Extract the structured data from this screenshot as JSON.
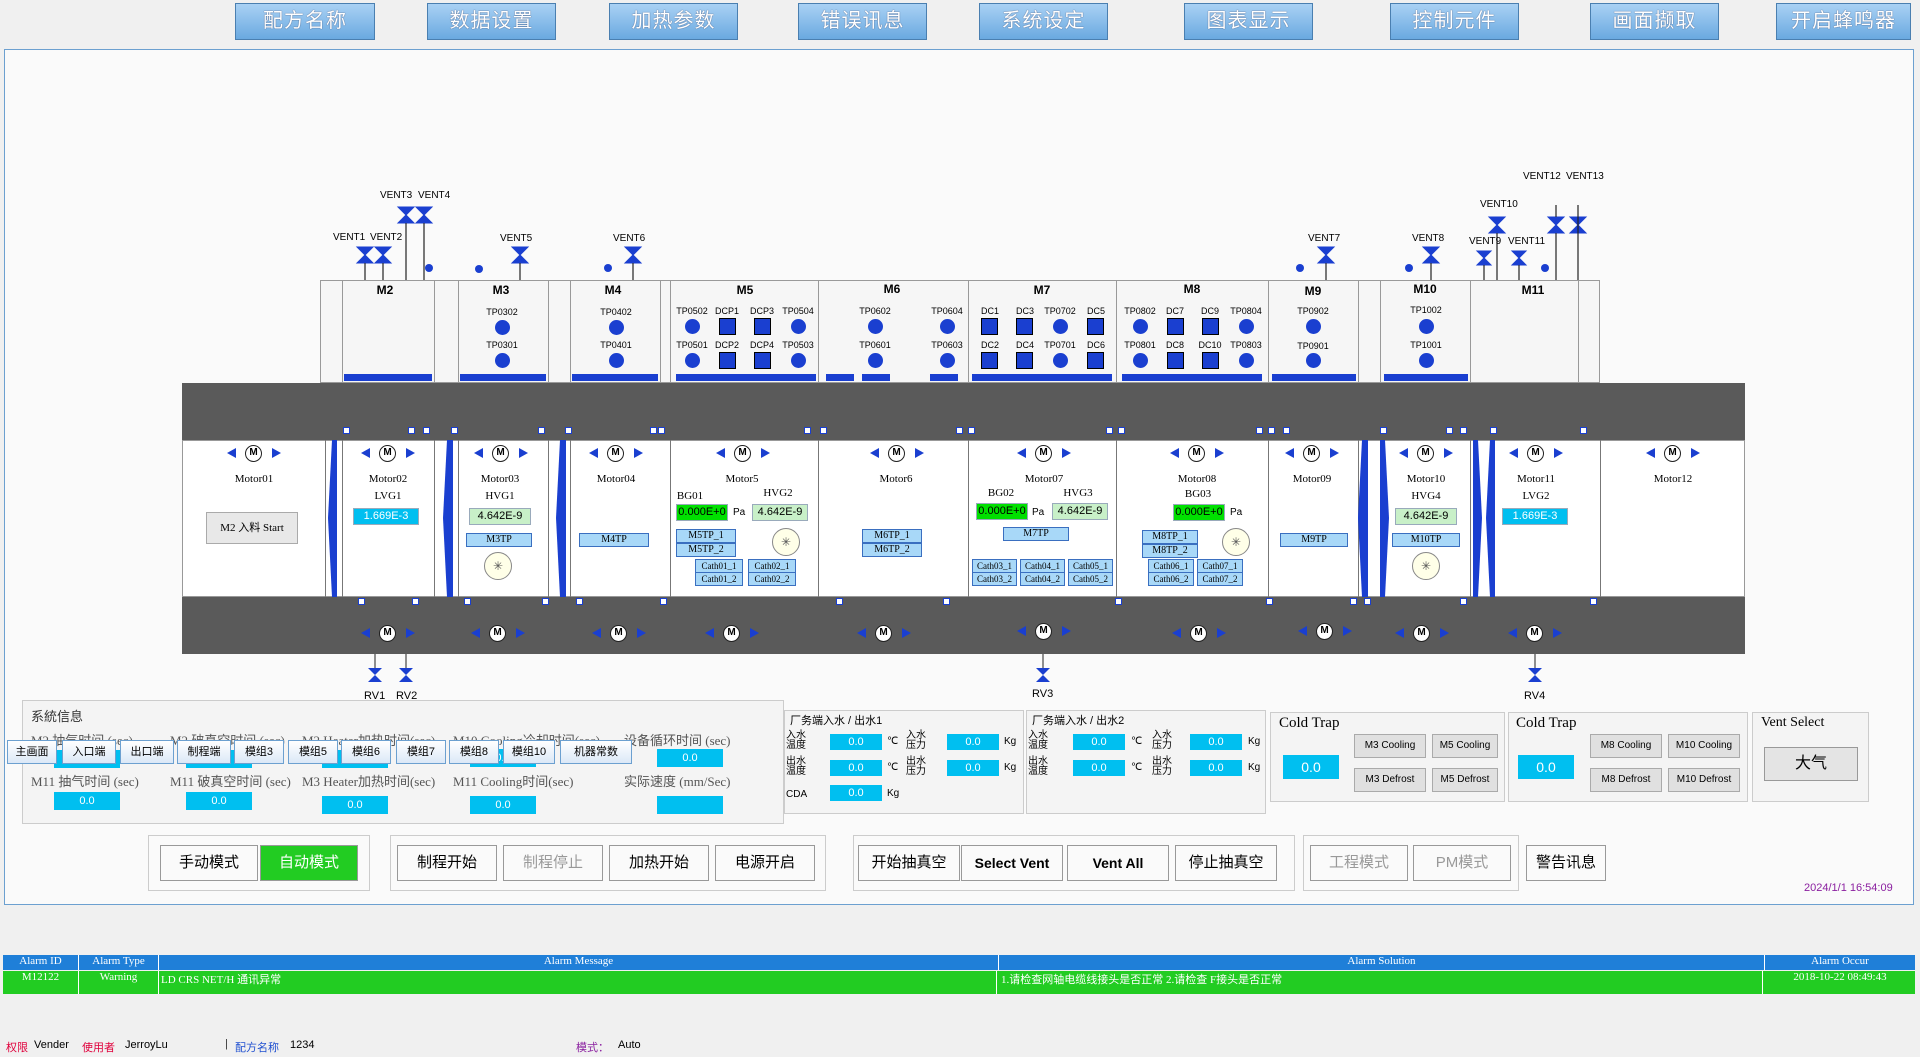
{
  "topnav": [
    "配方名称",
    "数据设置",
    "加热参数",
    "错误讯息",
    "系统设定",
    "图表显示",
    "控制元件",
    "画面撷取",
    "开启蜂鸣器"
  ],
  "vents": [
    "VENT1",
    "VENT2",
    "VENT3",
    "VENT4",
    "VENT5",
    "VENT6",
    "VENT7",
    "VENT8",
    "VENT9",
    "VENT10",
    "VENT11",
    "VENT12",
    "VENT13"
  ],
  "modules": [
    "M2",
    "M3",
    "M4",
    "M5",
    "M6",
    "M7",
    "M8",
    "M9",
    "M10",
    "M11"
  ],
  "sensors": {
    "m3": [
      "TP0302",
      "TP0301"
    ],
    "m4": [
      "TP0402",
      "TP0401"
    ],
    "m5": [
      "TP0502",
      "DCP1",
      "DCP3",
      "TP0504",
      "TP0501",
      "DCP2",
      "DCP4",
      "TP0503"
    ],
    "m6": [
      "TP0602",
      "TP0604",
      "TP0601",
      "TP0603"
    ],
    "m7": [
      "DC1",
      "DC3",
      "TP0702",
      "DC5",
      "DC2",
      "DC4",
      "TP0701",
      "DC6"
    ],
    "m8": [
      "TP0802",
      "DC7",
      "DC9",
      "TP0804",
      "TP0801",
      "DC8",
      "DC10",
      "TP0803"
    ],
    "m9": [
      "TP0902",
      "TP0901"
    ],
    "m10": [
      "TP1002",
      "TP1001"
    ]
  },
  "motors": [
    "Motor01",
    "Motor02",
    "Motor03",
    "Motor04",
    "Motor5",
    "Motor6",
    "Motor07",
    "Motor08",
    "Motor09",
    "Motor10",
    "Motor11",
    "Motor12"
  ],
  "gauges": {
    "lvg1": "LVG1",
    "lvg1_val": "1.669E-3",
    "hvg1": "HVG1",
    "hvg1_val": "4.642E-9",
    "bg01": "BG01",
    "bg01_val": "0.000E+0",
    "hvg2": "HVG2",
    "hvg2_val": "4.642E-9",
    "bg02": "BG02",
    "bg02_val": "0.000E+0",
    "hvg3": "HVG3",
    "hvg3_val": "4.642E-9",
    "bg03": "BG03",
    "bg03_val": "0.000E+0",
    "hvg4": "HVG4",
    "hvg4_val": "4.642E-9",
    "lvg2": "LVG2",
    "lvg2_val": "1.669E-3",
    "pa": "Pa"
  },
  "tp_labels": {
    "m3": "M3TP",
    "m4": "M4TP",
    "m5a": "M5TP_1",
    "m5b": "M5TP_2",
    "m6a": "M6TP_1",
    "m6b": "M6TP_2",
    "m7": "M7TP",
    "m8a": "M8TP_1",
    "m8b": "M8TP_2",
    "m9": "M9TP",
    "m10": "M10TP"
  },
  "cath": [
    "Cath01_1",
    "Cath01_2",
    "Cath02_1",
    "Cath02_2",
    "Cath03_1",
    "Cath03_2",
    "Cath04_1",
    "Cath04_2",
    "Cath05_1",
    "Cath05_2",
    "Cath06_1",
    "Cath06_2",
    "Cath07_1",
    "Cath07_2"
  ],
  "m2_start": "M2 入料 Start",
  "rv": [
    "RV1",
    "RV2",
    "RV3",
    "RV4"
  ],
  "sysinfo": {
    "title": "系統信息",
    "labels": [
      "M2 抽气时间 (sec)",
      "M2 破真空时间 (sec)",
      "M2 Heater加热时间(sec)",
      "M10 Cooling冷却时间(sec)",
      "设备循环时间 (sec)",
      "M11 抽气时间 (sec)",
      "M11 破真空时间 (sec)",
      "M3 Heater加热时间(sec)",
      "M11 Cooling时间(sec)",
      "实际速度 (mm/Sec)"
    ],
    "values": [
      "0.0",
      "0.0",
      "0.0",
      "0.0",
      "0.0",
      "0.0",
      "0.0",
      "0.0",
      "0.0",
      ""
    ]
  },
  "water1": {
    "title": "厂务端入水 / 出水1",
    "in_temp": "入水\n温度",
    "out_temp": "出水\n温度",
    "in_p": "入水\n压力",
    "out_p": "出水\n压力",
    "cda": "CDA",
    "vals": [
      "0.0",
      "0.0",
      "0.0",
      "0.0",
      "0.0"
    ],
    "unitC": "℃",
    "unitKg": "Kg"
  },
  "water2": {
    "title": "厂务端入水 / 出水2",
    "vals": [
      "0.0",
      "0.0",
      "0.0",
      "0.0"
    ]
  },
  "coldtrap1": {
    "title": "Cold Trap",
    "value": "0.0",
    "buttons": [
      "M3 Cooling",
      "M5 Cooling",
      "M3 Defrost",
      "M5 Defrost"
    ]
  },
  "coldtrap2": {
    "title": "Cold Trap",
    "value": "0.0",
    "buttons": [
      "M8 Cooling",
      "M10 Cooling",
      "M8 Defrost",
      "M10 Defrost"
    ]
  },
  "ventsel": {
    "title": "Vent Select",
    "value": "大气"
  },
  "buttons": {
    "manual": "手动模式",
    "auto": "自动模式",
    "proc_start": "制程开始",
    "proc_stop": "制程停止",
    "heat_start": "加热开始",
    "power_on": "电源开启",
    "vac_start": "开始抽真空",
    "select_vent": "Select Vent",
    "vent_all": "Vent All",
    "vac_stop": "停止抽真空",
    "eng_mode": "工程模式",
    "pm_mode": "PM模式",
    "alarm_msg": "警告讯息"
  },
  "datetime": "2024/1/1 16:54:09",
  "tabs": [
    "主画面",
    "入口端",
    "出口端",
    "制程端",
    "模组3",
    "模组5",
    "模组6",
    "模组7",
    "模组8",
    "模组10",
    "机器常数"
  ],
  "alarm": {
    "headers": [
      "Alarm ID",
      "Alarm Type",
      "Alarm Message",
      "Alarm Solution",
      "Alarm Occur"
    ],
    "row": [
      "M12122",
      "Warning",
      "LD CRS NET/H 通讯异常",
      "1.请检查网轴电缆线接头是否正常 2.请检查 F接头是否正常",
      "2018-10-22 08:49:43"
    ]
  },
  "status": {
    "perm_label": "权限",
    "perm": "Vender",
    "user_label": "使用者",
    "user": "JerroyLu",
    "recipe_label": "配方名称",
    "recipe": "1234",
    "mode_label": "模式：",
    "mode": "Auto"
  },
  "colors": {
    "accent": "#1a3fd0",
    "cyan": "#00bff0",
    "green": "#22cc22",
    "alarm": "#22cc22",
    "header": "#1f7fd8"
  }
}
